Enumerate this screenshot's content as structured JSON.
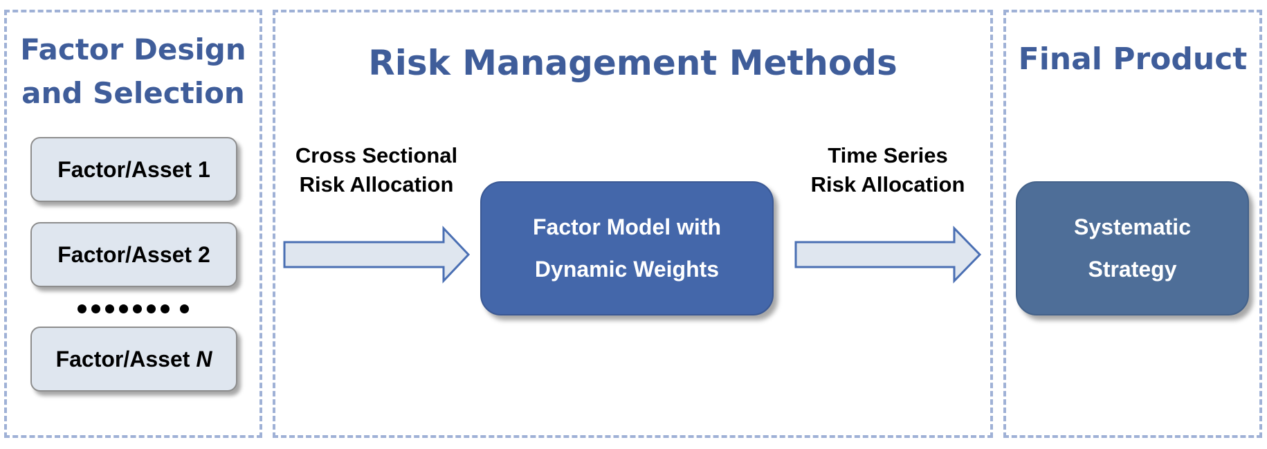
{
  "panels": {
    "factor_design": {
      "title_line1": "Factor Design",
      "title_line2": "and Selection"
    },
    "risk_management": {
      "title": "Risk Management Methods"
    },
    "final_product": {
      "title": "Final Product"
    }
  },
  "factors": {
    "item1": "Factor/Asset 1",
    "item2": "Factor/Asset 2",
    "item_n_prefix": "Factor/Asset ",
    "item_n_suffix": "N"
  },
  "arrows": {
    "cross_sectional": {
      "line1": "Cross Sectional",
      "line2": "Risk Allocation"
    },
    "time_series": {
      "line1": "Time Series",
      "line2": "Risk Allocation"
    }
  },
  "nodes": {
    "factor_model": {
      "line1": "Factor Model with",
      "line2": "Dynamic Weights"
    },
    "strategy": {
      "line1": "Systematic",
      "line2": "Strategy"
    }
  },
  "colors": {
    "panel_border": "#9fb1d6",
    "title_text": "#3f5d9a",
    "factor_box_fill": "#dfe6ef",
    "arrow_fill": "#dfe6ef",
    "arrow_stroke": "#4a6fb3",
    "factor_model_fill": "#4467aa",
    "strategy_fill": "#4e6e98"
  }
}
